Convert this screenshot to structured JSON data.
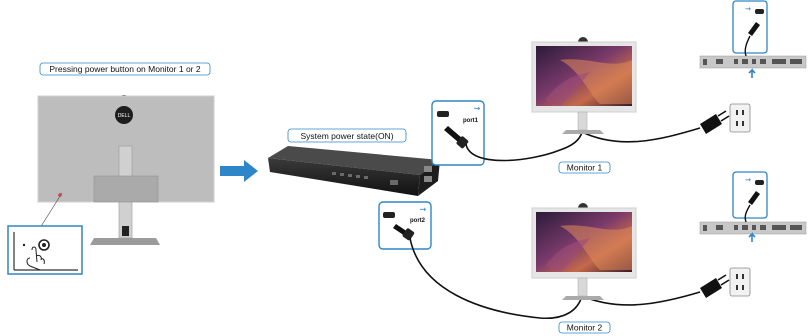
{
  "labels": {
    "instruction": "Pressing power button on Monitor 1 or 2",
    "system_state": "System power state(ON)",
    "monitor1": "Monitor 1",
    "monitor2": "Monitor 2",
    "port1": "port1",
    "port2": "port2",
    "brand": "DELL"
  },
  "colors": {
    "arrow": "#2e86c8",
    "callout_border": "#2e86c8",
    "label_border": "#2e86c8",
    "monitor_frame": "#e6e6e6",
    "monitor_back": "#bcbcbc",
    "dock": "#2a2a2a",
    "cable": "#111111"
  },
  "icons": [
    "usb-c-icon",
    "power-plug-icon",
    "wall-outlet-icon",
    "hand-press-icon",
    "power-button-icon"
  ]
}
